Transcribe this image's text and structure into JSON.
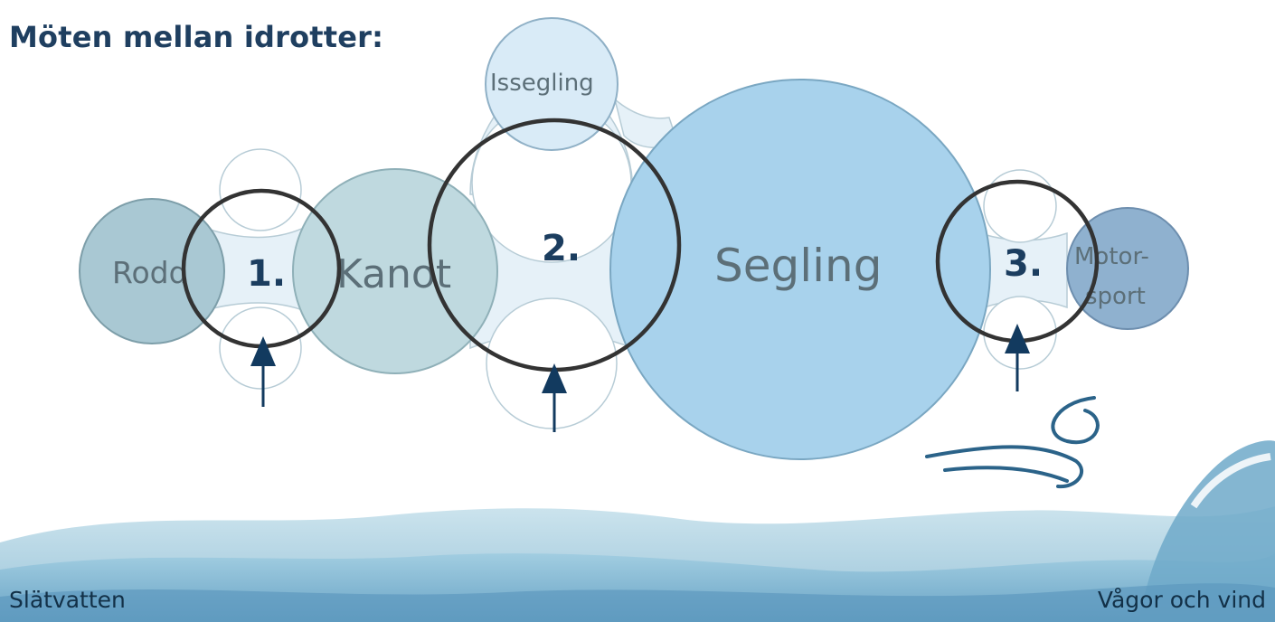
{
  "title": "Möten mellan idrotter:",
  "sports": [
    {
      "label": "Rodd"
    },
    {
      "label": "Kanot"
    },
    {
      "label": "Issegling"
    },
    {
      "label": "Segling"
    },
    {
      "label": "Motor-"
    },
    {
      "label": "sport"
    }
  ],
  "meetings": [
    {
      "label": "1."
    },
    {
      "label": "2."
    },
    {
      "label": "3."
    }
  ],
  "scale": {
    "left_label": "Slätvatten",
    "right_label": "Vågor och vind"
  },
  "colors": {
    "title": "#1f3f60",
    "rodd": "#a9c8d3",
    "kanot": "#bfd9df",
    "issegling": "#d9ebf7",
    "segling": "#a8d2ec",
    "motorsport": "#8fb1cf",
    "connector": "#e6f1f8",
    "ring": "#333333",
    "arrow": "#123a5f",
    "wave": "#7ab0cc"
  }
}
